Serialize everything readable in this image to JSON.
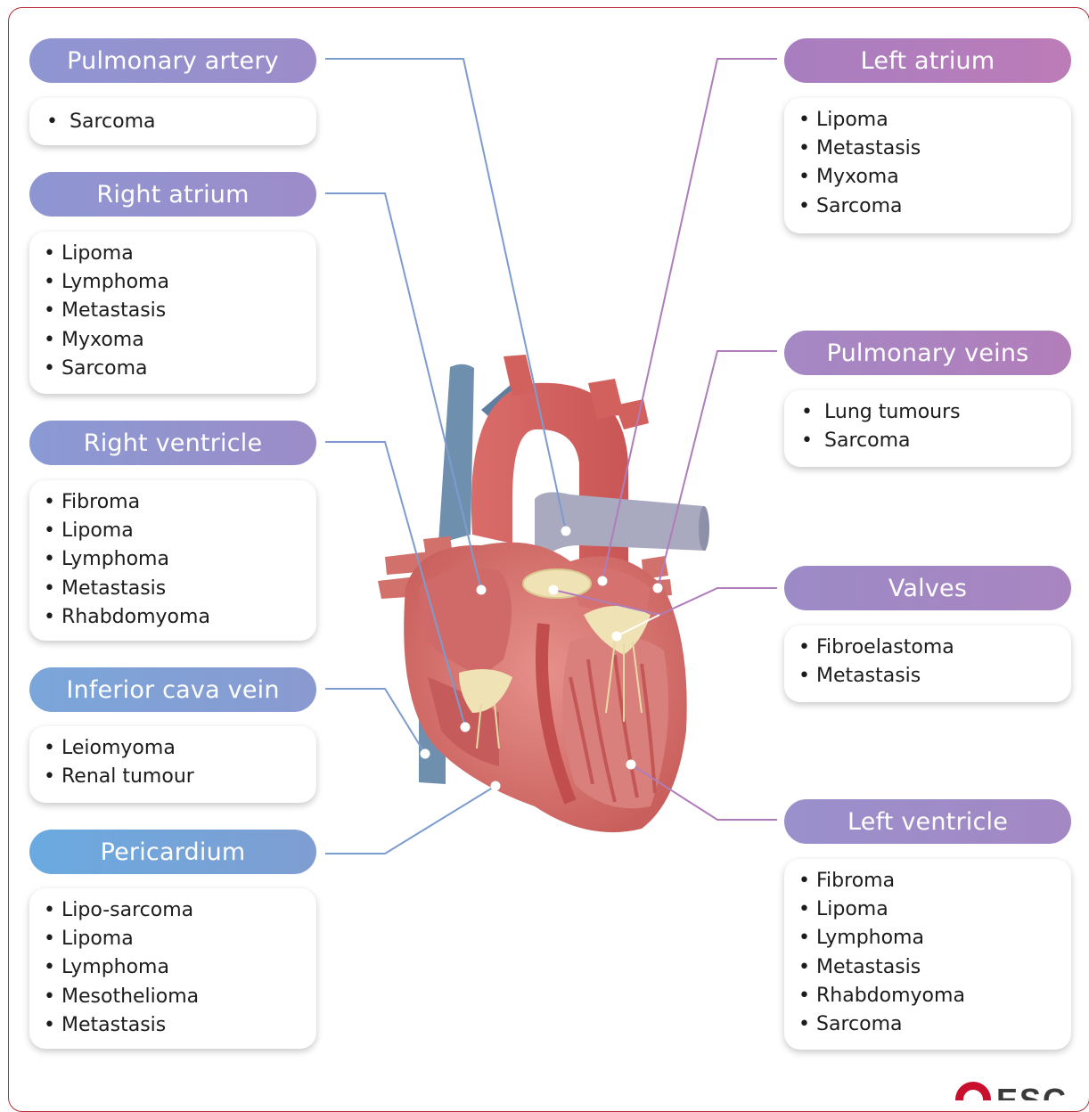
{
  "regions": {
    "pulmonary_artery": {
      "title": "Pulmonary artery",
      "items": [
        "Sarcoma"
      ]
    },
    "right_atrium": {
      "title": "Right atrium",
      "items": [
        "Lipoma",
        "Lymphoma",
        "Metastasis",
        "Myxoma",
        "Sarcoma"
      ]
    },
    "right_ventricle": {
      "title": "Right ventricle",
      "items": [
        "Fibroma",
        "Lipoma",
        "Lymphoma",
        "Metastasis",
        "Rhabdomyoma"
      ]
    },
    "inferior_cava_vein": {
      "title": "Inferior cava vein",
      "items": [
        "Leiomyoma",
        "Renal tumour"
      ]
    },
    "pericardium": {
      "title": "Pericardium",
      "items": [
        "Lipo-sarcoma",
        "Lipoma",
        "Lymphoma",
        "Mesothelioma",
        "Metastasis"
      ]
    },
    "left_atrium": {
      "title": "Left atrium",
      "items": [
        "Lipoma",
        "Metastasis",
        "Myxoma",
        "Sarcoma"
      ]
    },
    "pulmonary_veins": {
      "title": "Pulmonary veins",
      "items": [
        "Lung tumours",
        "Sarcoma"
      ]
    },
    "valves": {
      "title": "Valves",
      "items": [
        "Fibroelastoma",
        "Metastasis"
      ]
    },
    "left_ventricle": {
      "title": "Left ventricle",
      "items": [
        "Fibroma",
        "Lipoma",
        "Lymphoma",
        "Metastasis",
        "Rhabdomyoma",
        "Sarcoma"
      ]
    }
  },
  "bullet": "•",
  "logo_text": "ESC",
  "colors": {
    "frame": "#b52a35",
    "left_pills": [
      "#8e8cc8",
      "#9a8cc8",
      "#8a98cf",
      "#7aa2d6",
      "#6ea8dc"
    ],
    "right_pills": [
      "#b07cba",
      "#a886c0",
      "#9c88c6",
      "#9690cc"
    ],
    "leader_left": "#7c9cd0",
    "leader_right": "#b07cba",
    "heart_red": "#e07a76",
    "heart_dark": "#c24d4d",
    "vein_blue": "#6c8fb2",
    "valve_yellow": "#efe2b4"
  }
}
